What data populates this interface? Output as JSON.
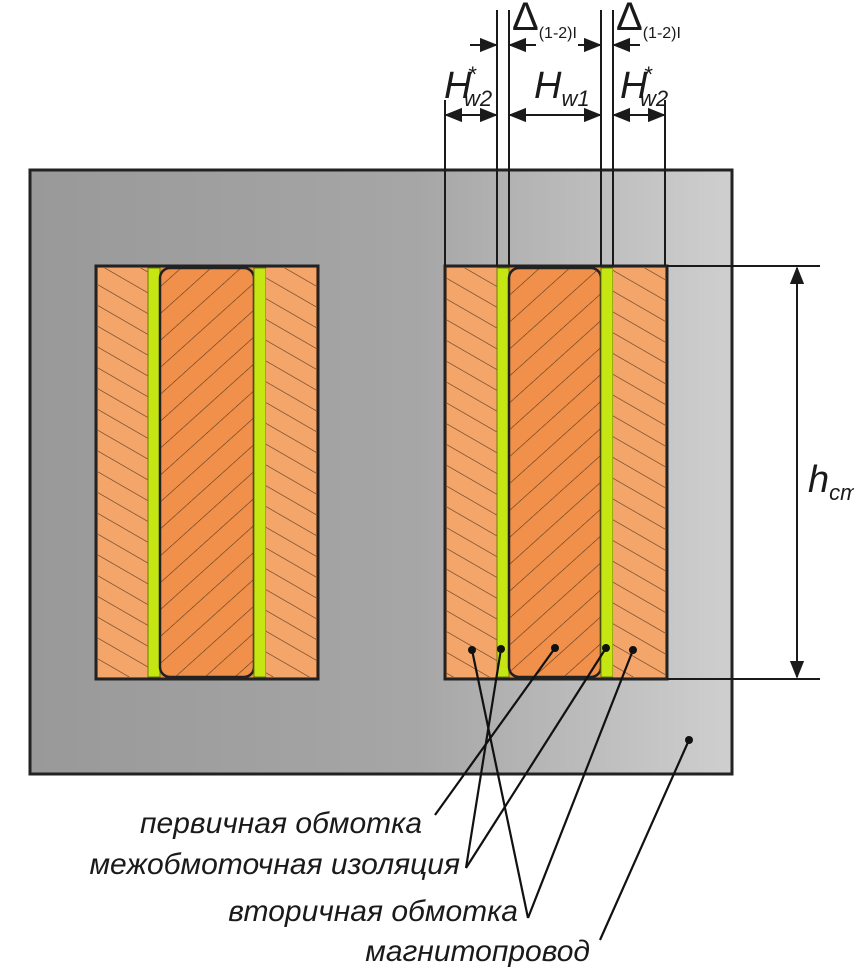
{
  "labels": {
    "delta_left": {
      "main": "Δ",
      "sub": "(1-2)I"
    },
    "delta_right": {
      "main": "Δ",
      "sub": "(1-2)I"
    },
    "hw2_left": {
      "main": "H",
      "sub": "w2",
      "sup": "*"
    },
    "hw1": {
      "main": "H",
      "sub": "w1"
    },
    "hw2_right": {
      "main": "H",
      "sub": "w2",
      "sup": "*"
    },
    "hcm": {
      "main": "h",
      "sub": "cm"
    }
  },
  "legend": {
    "primary": "первичная обмотка",
    "insulation": "межобмоточная изоляция",
    "secondary": "вторичная обмотка",
    "core": "магнитопровод"
  },
  "colors": {
    "core_dark": "#999999",
    "core_light": "#cfcfcf",
    "winding_secondary": "#f4a56a",
    "winding_primary": "#f0904a",
    "insulation": "#c6e614",
    "outline": "#222222"
  }
}
